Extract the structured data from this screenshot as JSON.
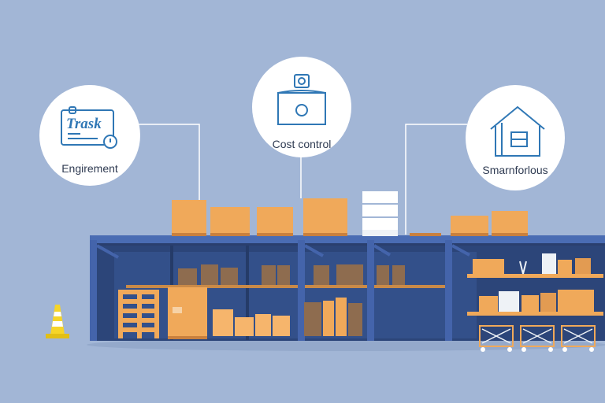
{
  "illustration": {
    "left_card": {
      "icon_text": "Trask",
      "label": "Engirement"
    },
    "center_card": {
      "label": "Cost control"
    },
    "right_card": {
      "label": "Smarnforlous"
    }
  },
  "colors": {
    "background": "#a2b6d6",
    "steel_blue": "#3f5fa6",
    "dark_interior": "#30487f",
    "box_orange": "#f0a95a",
    "icon_blue": "#2f77b5",
    "cone_yellow": "#f6d528"
  }
}
